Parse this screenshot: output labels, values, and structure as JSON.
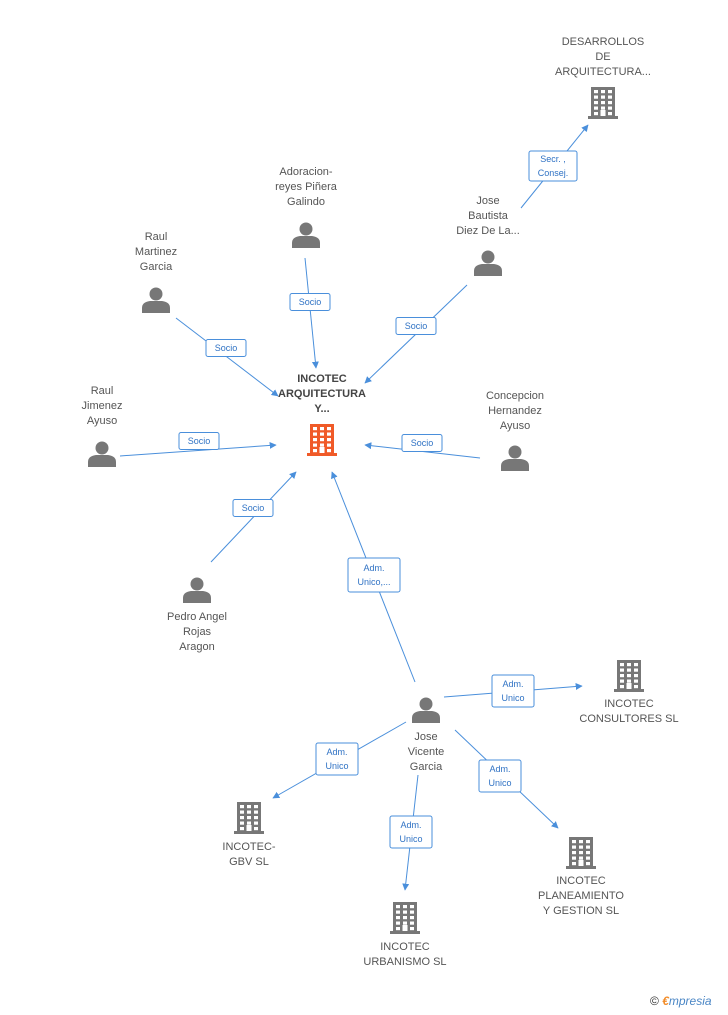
{
  "colors": {
    "edge": "#4a8fdb",
    "person": "#777777",
    "company": "#777777",
    "focus_company": "#f05a28"
  },
  "nodes": [
    {
      "id": "incotec",
      "kind": "company",
      "focus": true,
      "label": [
        "INCOTEC",
        "ARQUITECTURA",
        "Y..."
      ]
    },
    {
      "id": "desarrollos",
      "kind": "company",
      "label": [
        "DESARROLLOS",
        "DE",
        "ARQUITECTURA..."
      ]
    },
    {
      "id": "jose_bautista",
      "kind": "person",
      "label": [
        "Jose",
        "Bautista",
        "Diez De La..."
      ]
    },
    {
      "id": "adoracion",
      "kind": "person",
      "label": [
        "Adoracion-",
        "reyes Piñera",
        "Galindo"
      ]
    },
    {
      "id": "raul_martinez",
      "kind": "person",
      "label": [
        "Raul",
        "Martinez",
        "Garcia"
      ]
    },
    {
      "id": "raul_jimenez",
      "kind": "person",
      "label": [
        "Raul",
        "Jimenez",
        "Ayuso"
      ]
    },
    {
      "id": "concepcion",
      "kind": "person",
      "label": [
        "Concepcion",
        "Hernandez",
        "Ayuso"
      ]
    },
    {
      "id": "pedro",
      "kind": "person",
      "label": [
        "Pedro Angel",
        "Rojas",
        "Aragon"
      ]
    },
    {
      "id": "jose_vicente",
      "kind": "person",
      "label": [
        "Jose",
        "Vicente",
        "Garcia"
      ]
    },
    {
      "id": "consultores",
      "kind": "company",
      "label": [
        "INCOTEC",
        "CONSULTORES SL"
      ]
    },
    {
      "id": "gbv",
      "kind": "company",
      "label": [
        "INCOTEC-",
        "GBV SL"
      ]
    },
    {
      "id": "urbanismo",
      "kind": "company",
      "label": [
        "INCOTEC",
        "URBANISMO SL"
      ]
    },
    {
      "id": "planeamiento",
      "kind": "company",
      "label": [
        "INCOTEC",
        "PLANEAMIENTO",
        "Y GESTION SL"
      ]
    }
  ],
  "edges": [
    {
      "from": "jose_bautista",
      "to": "desarrollos",
      "label": [
        "Secr. ,",
        "Consej."
      ]
    },
    {
      "from": "adoracion",
      "to": "incotec",
      "label": [
        "Socio"
      ]
    },
    {
      "from": "raul_martinez",
      "to": "incotec",
      "label": [
        "Socio"
      ]
    },
    {
      "from": "jose_bautista",
      "to": "incotec",
      "label": [
        "Socio"
      ]
    },
    {
      "from": "raul_jimenez",
      "to": "incotec",
      "label": [
        "Socio"
      ]
    },
    {
      "from": "concepcion",
      "to": "incotec",
      "label": [
        "Socio"
      ]
    },
    {
      "from": "pedro",
      "to": "incotec",
      "label": [
        "Socio"
      ]
    },
    {
      "from": "jose_vicente",
      "to": "incotec",
      "label": [
        "Adm.",
        "Unico,..."
      ]
    },
    {
      "from": "jose_vicente",
      "to": "consultores",
      "label": [
        "Adm.",
        "Unico"
      ]
    },
    {
      "from": "jose_vicente",
      "to": "gbv",
      "label": [
        "Adm.",
        "Unico"
      ]
    },
    {
      "from": "jose_vicente",
      "to": "urbanismo",
      "label": [
        "Adm.",
        "Unico"
      ]
    },
    {
      "from": "jose_vicente",
      "to": "planeamiento",
      "label": [
        "Adm.",
        "Unico"
      ]
    }
  ],
  "brand": {
    "copyright": "©",
    "e": "€",
    "rest": "mpresia"
  }
}
